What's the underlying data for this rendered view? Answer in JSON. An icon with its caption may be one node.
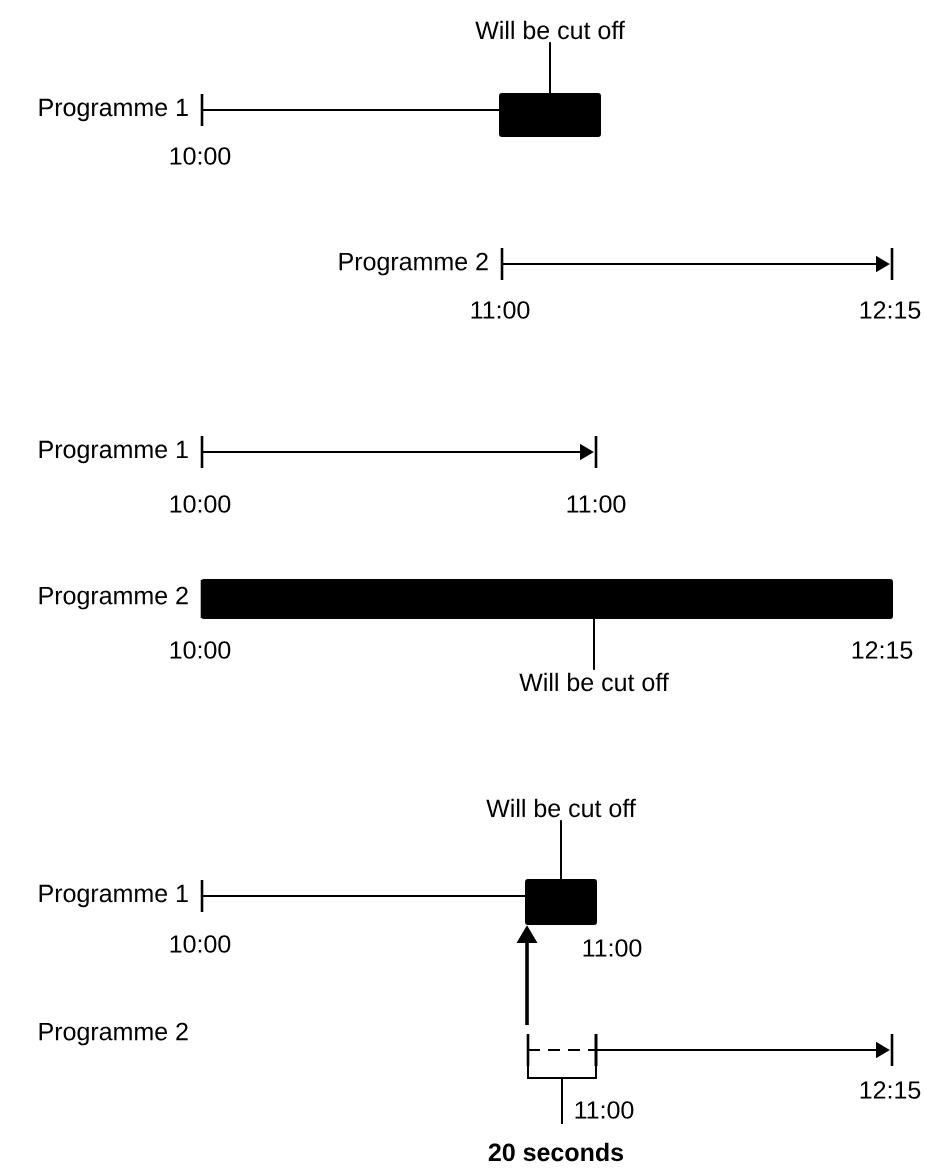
{
  "diagram": {
    "nodes": [
      {
        "text": [
          "Will be cut off"
        ]
      },
      {
        "text": [],
        "shape": "bar"
      },
      {
        "text": [],
        "shape": "bar"
      },
      {
        "text": [
          "Will be cut off"
        ]
      },
      {
        "text": [
          "Will be cut off"
        ]
      },
      {
        "text": [],
        "shape": "bar"
      }
    ],
    "edges": [
      {
        "from": 0,
        "to": 1,
        "arrow": "none"
      },
      {
        "from": 3,
        "to": 2,
        "arrow": "none"
      },
      {
        "from": 4,
        "to": 5,
        "arrow": "none"
      },
      {
        "from": null,
        "to": 5,
        "arrow": "to"
      }
    ],
    "labels": [
      "Programme 1",
      "10:00",
      "Programme 2",
      "11:00",
      "12:15",
      "Programme 1",
      "10:00",
      "11:00",
      "Programme 2",
      "10:00",
      "12:15",
      "Programme 1",
      "10:00",
      "11:00",
      "Programme 2",
      "11:00",
      "12:15",
      "20 seconds"
    ]
  }
}
